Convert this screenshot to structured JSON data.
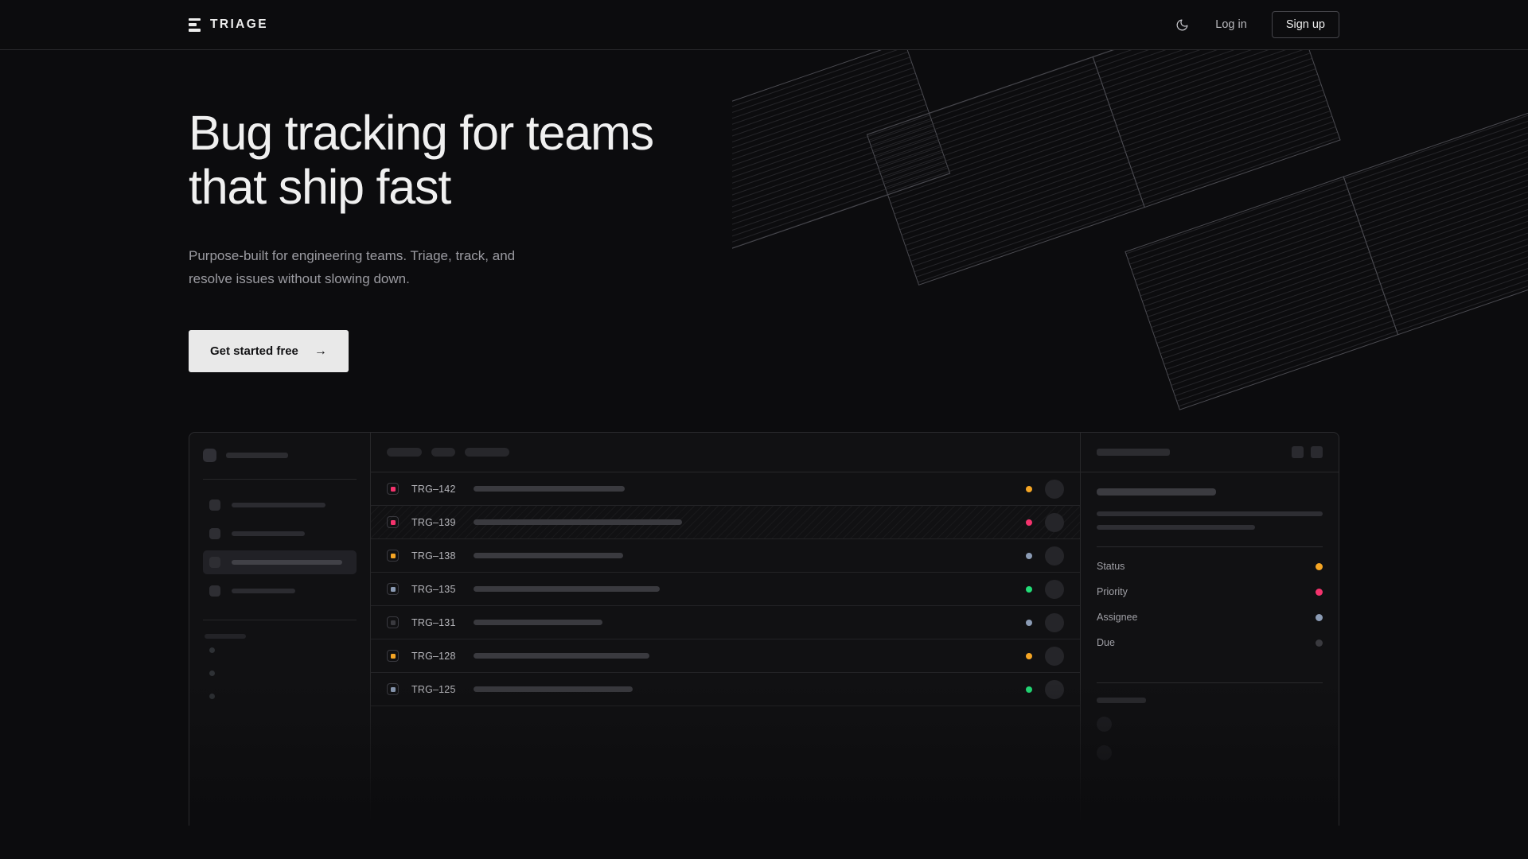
{
  "brand": {
    "name": "TRIAGE",
    "mark_icon": "triage-bars-icon"
  },
  "header": {
    "theme_toggle_icon": "moon-icon",
    "login_label": "Log in",
    "signup_label": "Sign up"
  },
  "hero": {
    "headline": "Bug tracking for teams\nthat ship fast",
    "subhead": "Purpose-built for engineering teams. Triage, track, and\nresolve issues without slowing down.",
    "cta_label": "Get started free",
    "cta_arrow": "→"
  },
  "colors": {
    "page_bg": "#0c0c0e",
    "surface": "#111113",
    "border": "#2a2a2d",
    "text_primary": "#f0f0f0",
    "text_muted": "#9b9ba1",
    "cta_bg": "#e9e9e9",
    "status_orange": "#f5a524",
    "status_pink": "#f4336d",
    "status_blue": "#8b9bb4",
    "status_green": "#22dd77",
    "status_gray": "#3a3a3f"
  },
  "mockup": {
    "sidebar": {
      "nav_items": [
        {
          "width": 118,
          "active": false
        },
        {
          "width": 92,
          "active": false
        },
        {
          "width": 139,
          "active": true
        },
        {
          "width": 80,
          "active": false
        }
      ],
      "sub_items": 3
    },
    "toolbar_chips": [
      44,
      30,
      56
    ],
    "rows": [
      {
        "id": "TRG–142",
        "badge_color": "#f4336d",
        "title_width": 190,
        "status_color": "#f5a524",
        "striped": false
      },
      {
        "id": "TRG–139",
        "badge_color": "#f4336d",
        "title_width": 262,
        "status_color": "#f4336d",
        "striped": true
      },
      {
        "id": "TRG–138",
        "badge_color": "#f5a524",
        "title_width": 188,
        "status_color": "#8b9bb4",
        "striped": false
      },
      {
        "id": "TRG–135",
        "badge_color": "#8b9bb4",
        "title_width": 234,
        "status_color": "#22dd77",
        "striped": false
      },
      {
        "id": "TRG–131",
        "badge_color": "#3a3a3f",
        "title_width": 162,
        "status_color": "#8b9bb4",
        "striped": false
      },
      {
        "id": "TRG–128",
        "badge_color": "#f5a524",
        "title_width": 221,
        "status_color": "#f5a524",
        "striped": false
      },
      {
        "id": "TRG–125",
        "badge_color": "#8b9bb4",
        "title_width": 200,
        "status_color": "#22dd77",
        "striped": false
      }
    ],
    "detail": {
      "fields": [
        {
          "label": "Status",
          "dot_color": "#f5a524"
        },
        {
          "label": "Priority",
          "dot_color": "#f4336d"
        },
        {
          "label": "Assignee",
          "dot_color": "#8b9bb4"
        },
        {
          "label": "Due",
          "dot_color": "#3a3a3f"
        }
      ],
      "comment_avatars": 2
    }
  }
}
